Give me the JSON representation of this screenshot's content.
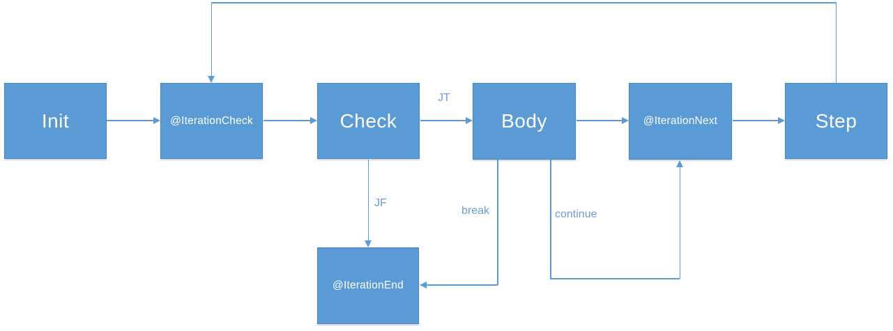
{
  "nodes": {
    "init": {
      "label": "Init"
    },
    "iteration_check": {
      "label": "@IterationCheck"
    },
    "check": {
      "label": "Check"
    },
    "body": {
      "label": "Body"
    },
    "iteration_next": {
      "label": "@IterationNext"
    },
    "step": {
      "label": "Step"
    },
    "iteration_end": {
      "label": "@IterationEnd"
    }
  },
  "edge_labels": {
    "jt": "JT",
    "jf": "JF",
    "break": "break",
    "continue": "continue"
  },
  "edges": [
    {
      "from": "Init",
      "to": "@IterationCheck",
      "label": ""
    },
    {
      "from": "@IterationCheck",
      "to": "Check",
      "label": ""
    },
    {
      "from": "Check",
      "to": "Body",
      "label": "JT"
    },
    {
      "from": "Body",
      "to": "@IterationNext",
      "label": ""
    },
    {
      "from": "@IterationNext",
      "to": "Step",
      "label": ""
    },
    {
      "from": "Step",
      "to": "@IterationCheck",
      "label": "",
      "route": "top-loop"
    },
    {
      "from": "Check",
      "to": "@IterationEnd",
      "label": "JF"
    },
    {
      "from": "Body",
      "to": "@IterationEnd",
      "label": "break"
    },
    {
      "from": "Body",
      "to": "@IterationNext",
      "label": "continue",
      "route": "bottom-loop"
    }
  ],
  "colors": {
    "node_fill": "#5b9bd5",
    "node_border": "#4a86c6",
    "connector": "#5b9bd5",
    "edge_label": "#6f9bd5",
    "node_text": "#ffffff"
  }
}
